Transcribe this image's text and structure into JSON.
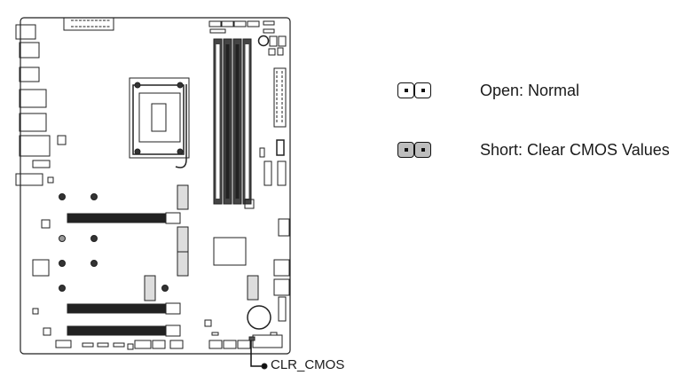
{
  "diagram": {
    "callout_label": "CLR_CMOS",
    "legend": [
      {
        "state": "open",
        "label": "Open: Normal",
        "fill": "#ffffff"
      },
      {
        "state": "short",
        "label": "Short: Clear CMOS Values",
        "fill": "#bdbdbd"
      }
    ]
  }
}
